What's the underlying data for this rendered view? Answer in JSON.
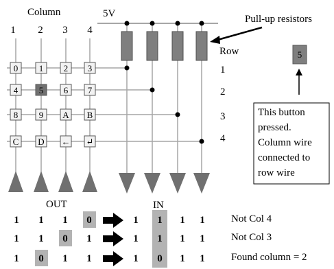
{
  "diagram": {
    "column_title": "Column",
    "column_numbers": [
      "1",
      "2",
      "3",
      "4"
    ],
    "voltage_label": "5V",
    "pullup_label": "Pull-up resistors",
    "row_title": "Row",
    "row_numbers": [
      "1",
      "2",
      "3",
      "4"
    ],
    "keys": [
      [
        "0",
        "1",
        "2",
        "3"
      ],
      [
        "4",
        "5",
        "6",
        "7"
      ],
      [
        "8",
        "9",
        "A",
        "B"
      ],
      [
        "C",
        "D",
        "←",
        "↵"
      ]
    ],
    "pressed_key": "5",
    "legend_key": "5",
    "note_lines": [
      "This button",
      "pressed.",
      "Column wire",
      "connected to",
      "row wire"
    ],
    "out_label": "OUT",
    "in_label": "IN",
    "scan_rows": [
      {
        "out": [
          "1",
          "1",
          "1",
          "0"
        ],
        "in": [
          "1",
          "1",
          "1",
          "1"
        ],
        "result": "Not Col 4"
      },
      {
        "out": [
          "1",
          "1",
          "0",
          "1"
        ],
        "in": [
          "1",
          "1",
          "1",
          "1"
        ],
        "result": "Not Col 3"
      },
      {
        "out": [
          "1",
          "0",
          "1",
          "1"
        ],
        "in": [
          "1",
          "0",
          "1",
          "1"
        ],
        "result": "Found column = 2"
      }
    ],
    "colors": {
      "resistor": "#7f7f7f",
      "pressed_key": "#707070",
      "key_fill": "#f2f2f2",
      "triangle": "#707070",
      "highlight": "#b3b3b3",
      "wire": "#a6a6a6"
    }
  }
}
